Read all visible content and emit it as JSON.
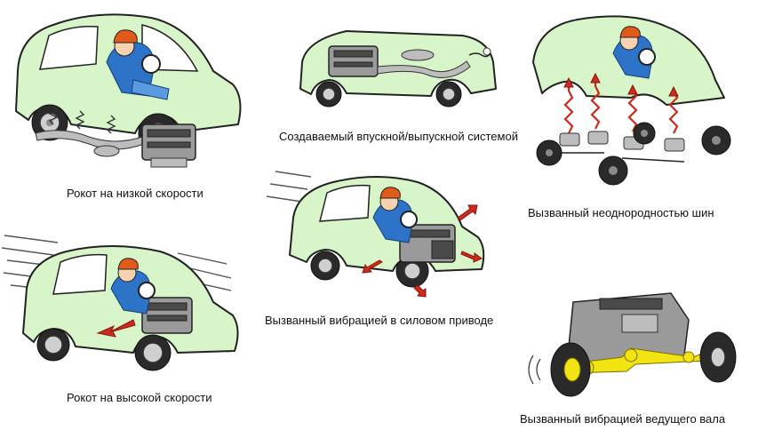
{
  "captions": {
    "low_speed": "Рокот на низкой скорости",
    "intake_exhaust": "Создаваемый впускной/выпускной системой",
    "tires": "Вызванный неоднородностью шин",
    "high_speed": "Рокот на высокой скорости",
    "drivetrain": "Вызванный вибрацией в силовом приводе",
    "driveshaft": "Вызванный вибрацией ведущего вала"
  },
  "colors": {
    "car_body": "#d7f5c8",
    "helmet": "#e05a1a",
    "suit": "#2d73c8",
    "vibration_arrow": "#cc2a1e",
    "driveshaft": "#f2e313"
  }
}
